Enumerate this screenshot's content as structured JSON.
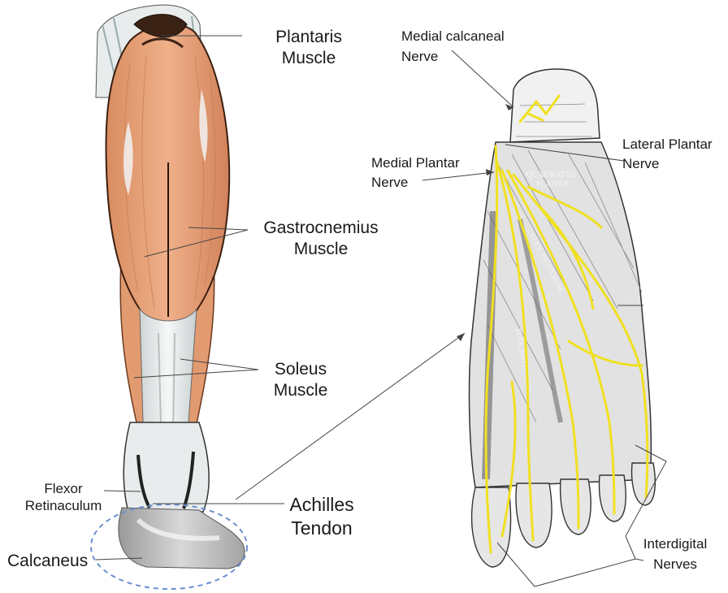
{
  "labels": {
    "plantaris": [
      "Plantaris",
      "Muscle"
    ],
    "gastrocnemius": [
      "Gastrocnemius",
      "Muscle"
    ],
    "soleus": [
      "Soleus",
      "Muscle"
    ],
    "flexor_retinaculum": [
      "Flexor",
      "Retinaculum"
    ],
    "achilles": [
      "Achilles",
      "Tendon"
    ],
    "calcaneus": "Calcaneus",
    "medial_calcaneal": [
      "Medial calcaneal",
      "Nerve"
    ],
    "medial_plantar": [
      "Medial Plantar",
      "Nerve"
    ],
    "lateral_plantar": [
      "Lateral Plantar",
      "Nerve"
    ],
    "interdigital": [
      "Interdigital",
      "Nerves"
    ]
  },
  "engraving_text": {
    "quadratus": "QUADRATUS",
    "plantae": "PLANTÆ",
    "flex_digitorum": "FLEX. DIGITORUM",
    "flex_hallucis": "FLEX. HALL. LONG."
  },
  "colors": {
    "muscle": "#e6a27a",
    "muscle_dark": "#c9784c",
    "tendon": "#e9ecec",
    "nerve": "#f0e020",
    "highlight_ellipse": "#6a8fd0"
  }
}
